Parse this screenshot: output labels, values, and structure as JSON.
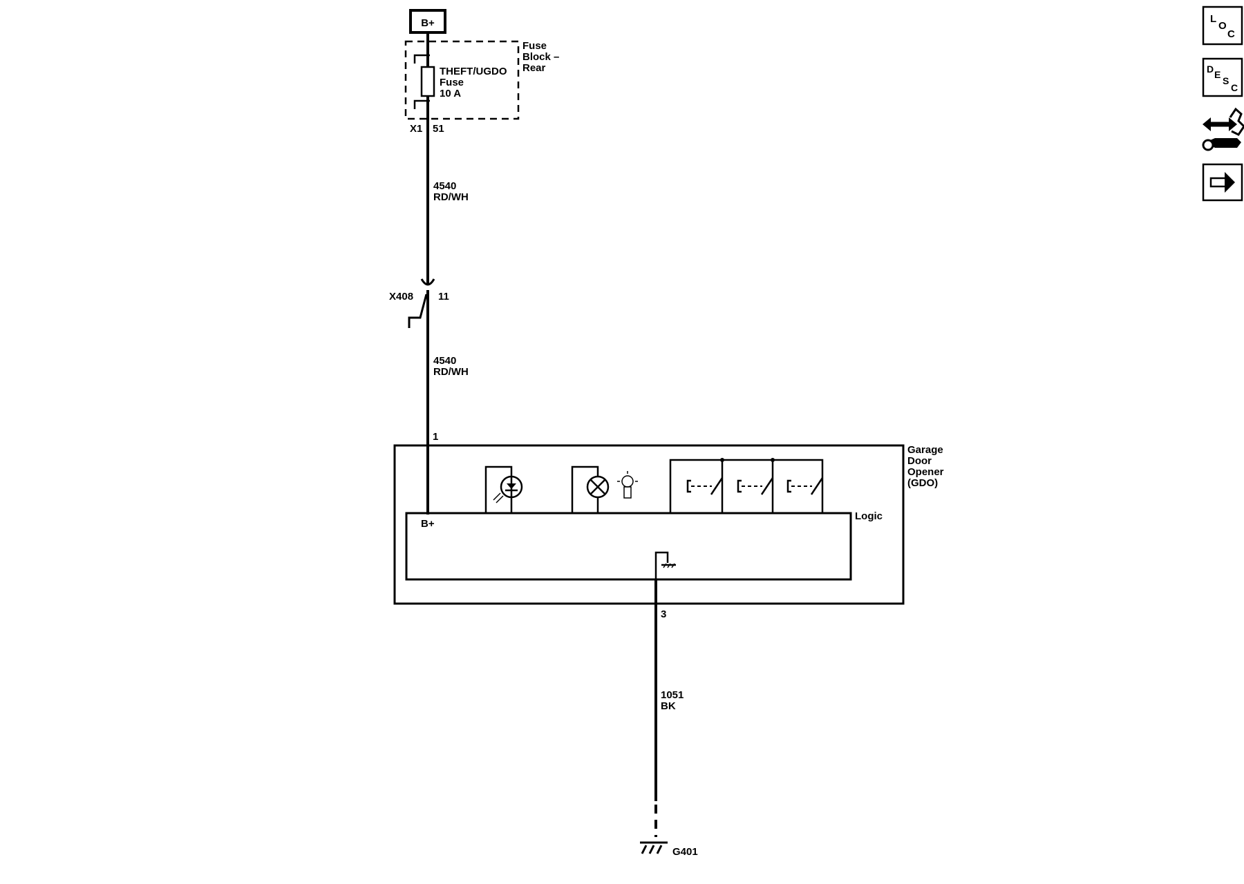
{
  "power": {
    "label": "B+"
  },
  "fuse_block": {
    "name_lines": [
      "Fuse",
      "Block –",
      "Rear"
    ],
    "fuse_lines": [
      "THEFT/UGDO",
      "Fuse",
      "10 A"
    ],
    "connector": "X1",
    "pin": "51"
  },
  "wire_upper": {
    "circuit": "4540",
    "color": "RD/WH"
  },
  "inline_connector": {
    "name": "X408",
    "pin": "11"
  },
  "wire_middle": {
    "circuit": "4540",
    "color": "RD/WH"
  },
  "module": {
    "name_lines": [
      "Garage",
      "Door",
      "Opener",
      "(GDO)"
    ],
    "logic_label": "Logic",
    "bplus_label": "B+",
    "pin_power": "1",
    "pin_ground": "3"
  },
  "wire_ground": {
    "circuit": "1051",
    "color": "BK"
  },
  "ground": {
    "label": "G401"
  },
  "toolbar": {
    "buttons": [
      {
        "icon": "loc-icon",
        "letters": [
          "L",
          "O",
          "C"
        ]
      },
      {
        "icon": "desc-icon",
        "letters": [
          "D",
          "E",
          "S",
          "C"
        ]
      },
      {
        "icon": "connector-wrench-icon"
      },
      {
        "icon": "arrow-right-icon"
      }
    ]
  }
}
